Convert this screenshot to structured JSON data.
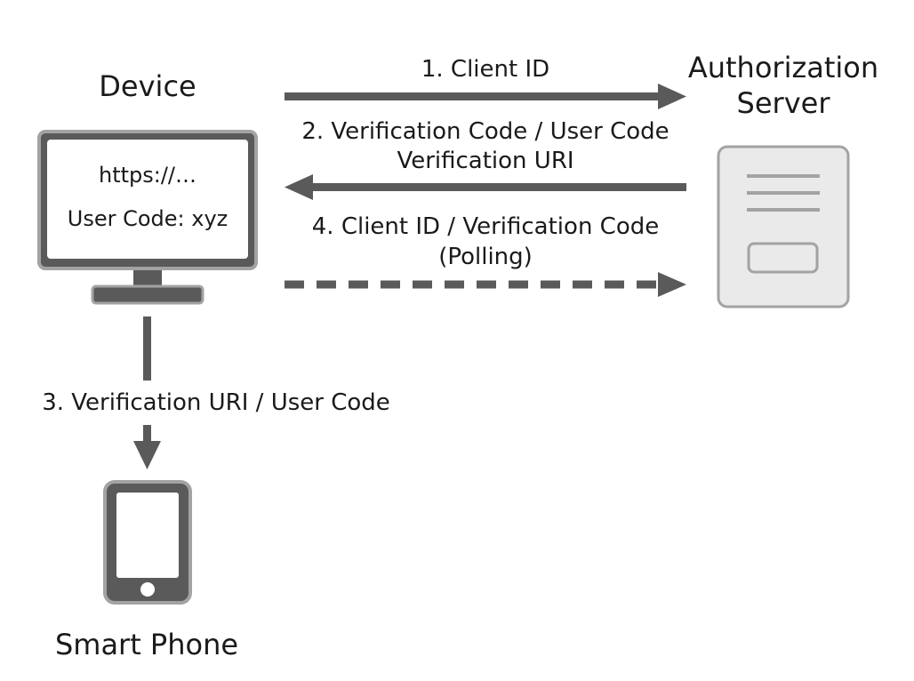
{
  "device": {
    "title": "Device",
    "screen_url": "https://…",
    "screen_code": "User Code: xyz"
  },
  "server": {
    "title_line1": "Authorization",
    "title_line2": "Server"
  },
  "phone": {
    "title": "Smart Phone"
  },
  "steps": {
    "step1": "1. Client ID",
    "step2_line1": "2. Verification Code / User Code",
    "step2_line2": "Verification URI",
    "step3": "3. Verification URI / User Code",
    "step4_line1": "4. Client ID / Verification Code",
    "step4_line2": "(Polling)"
  },
  "colors": {
    "arrow": "#5a5a5a",
    "frame": "#5a5a5a",
    "server_fill": "#eaeaea",
    "server_stroke": "#a3a3a3"
  }
}
